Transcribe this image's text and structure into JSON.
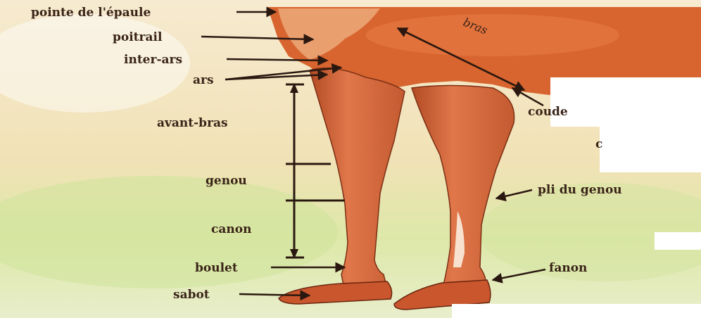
{
  "labels": {
    "pointe_epaule": "pointe de l'épaule",
    "poitrail": "poitrail",
    "inter_ars": "inter-ars",
    "ars": "ars",
    "bras": "bras",
    "coude": "coude",
    "avant_bras": "avant-bras",
    "genou": "genou",
    "pli_genou": "pli du genou",
    "canon": "canon",
    "boulet": "boulet",
    "fanon": "fanon",
    "sabot": "sabot",
    "partial_c": "c"
  },
  "colors": {
    "label_text": "#3a2418",
    "horse_coat": "#d9683a",
    "background_cream": "#f4e6c0",
    "background_green": "#d7e6a4"
  }
}
